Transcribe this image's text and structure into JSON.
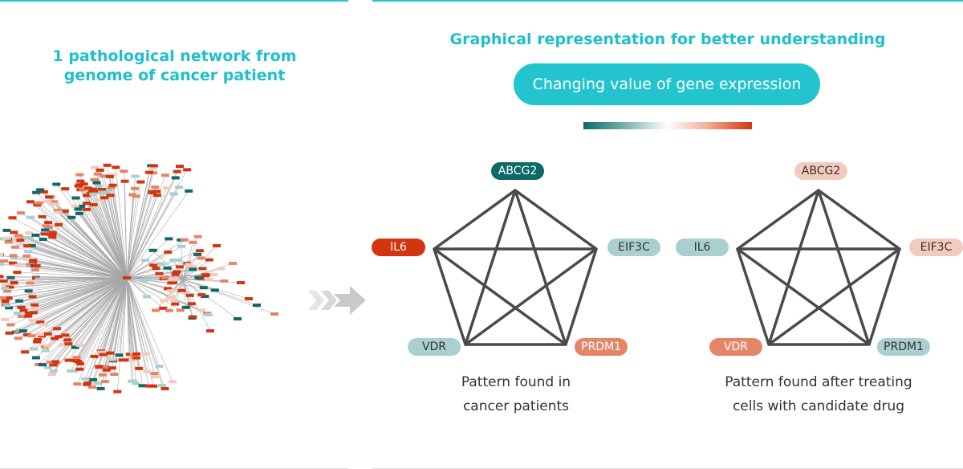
{
  "left_panel": {
    "title_line1": "1 pathological network from",
    "title_line2": "genome of cancer patient"
  },
  "right_panel": {
    "title": "Graphical representation for better understanding",
    "legend_label": "Changing value of gene expression",
    "gradient_colors": [
      "#0d6a68",
      "#ffffff",
      "#d33510"
    ]
  },
  "colors": {
    "accent": "#1fbfcc",
    "dark_teal": "#0d6a68",
    "light_teal": "#a9cfcf",
    "dark_red": "#d33510",
    "light_salmon": "#f3cbbd",
    "salmon": "#e48568",
    "edge_gray": "#8a8a8a",
    "star_stroke": "#4a4a4a"
  },
  "patterns": [
    {
      "caption_line1": "Pattern found in",
      "caption_line2": "cancer patients",
      "genes": {
        "top": {
          "label": "ABCG2",
          "level": "dark_teal"
        },
        "left": {
          "label": "IL6",
          "level": "dark_red"
        },
        "right": {
          "label": "EIF3C",
          "level": "light_teal"
        },
        "bottom_left": {
          "label": "VDR",
          "level": "light_teal"
        },
        "bottom_right": {
          "label": "PRDM1",
          "level": "salmon"
        }
      }
    },
    {
      "caption_line1": "Pattern found after treating",
      "caption_line2": "cells with candidate drug",
      "genes": {
        "top": {
          "label": "ABCG2",
          "level": "light_salmon"
        },
        "left": {
          "label": "IL6",
          "level": "light_teal"
        },
        "right": {
          "label": "EIF3C",
          "level": "light_salmon"
        },
        "bottom_left": {
          "label": "VDR",
          "level": "salmon"
        },
        "bottom_right": {
          "label": "PRDM1",
          "level": "light_teal"
        }
      }
    }
  ]
}
